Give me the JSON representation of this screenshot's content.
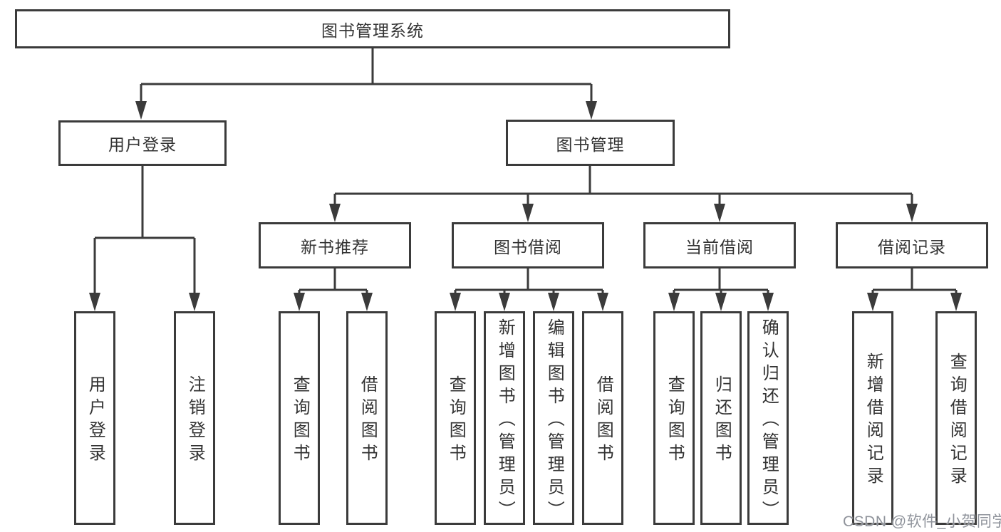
{
  "diagram": {
    "root": {
      "label": "图书管理系统"
    },
    "level1": [
      {
        "label": "用户登录"
      },
      {
        "label": "图书管理"
      }
    ],
    "level2": [
      {
        "label": "新书推荐",
        "parent": "图书管理"
      },
      {
        "label": "图书借阅",
        "parent": "图书管理"
      },
      {
        "label": "当前借阅",
        "parent": "图书管理"
      },
      {
        "label": "借阅记录",
        "parent": "图书管理"
      }
    ],
    "leaves": [
      {
        "label": "用户登录",
        "parent": "用户登录"
      },
      {
        "label": "注销登录",
        "parent": "用户登录"
      },
      {
        "label": "查询图书",
        "parent": "新书推荐"
      },
      {
        "label": "借阅图书",
        "parent": "新书推荐"
      },
      {
        "label": "查询图书",
        "parent": "图书借阅"
      },
      {
        "label": "新增图书（管理员）",
        "parent": "图书借阅"
      },
      {
        "label": "编辑图书（管理员）",
        "parent": "图书借阅"
      },
      {
        "label": "借阅图书",
        "parent": "图书借阅"
      },
      {
        "label": "查询图书",
        "parent": "当前借阅"
      },
      {
        "label": "归还图书",
        "parent": "当前借阅"
      },
      {
        "label": "确认归还（管理员）",
        "parent": "当前借阅"
      },
      {
        "label": "新增借阅记录",
        "parent": "借阅记录"
      },
      {
        "label": "查询借阅记录",
        "parent": "借阅记录"
      }
    ],
    "watermark": "CSDN @软件_小贺同学",
    "colors": {
      "line": "#3b3b3b",
      "text": "#333333",
      "watermark": "#8f939b",
      "background": "#ffffff"
    }
  }
}
